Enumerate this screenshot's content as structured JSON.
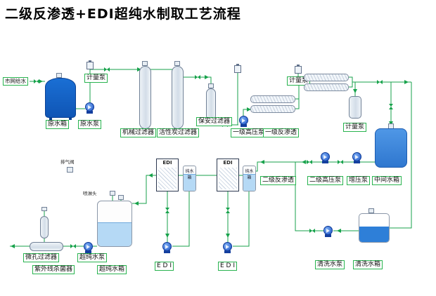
{
  "title": "二级反渗透+EDI超纯水制取工艺流程",
  "colors": {
    "pipe": "#17a24b",
    "label_border": "#29b34f",
    "tank_blue_dark": "#0f55b5",
    "tank_blue_mid": "#2f77cf",
    "water_light": "#b5d9f5",
    "pump_blue": "#1b53c5"
  },
  "labels": {
    "municipal": "市网给水",
    "raw_tank": "原水箱",
    "raw_pump": "原水泵",
    "metering_pump_1": "计量泵",
    "metering_pump_2": "计量泵",
    "metering_pump_3": "计量泵",
    "mech_filter": "机械过滤器",
    "carbon_filter": "活性炭过滤器",
    "security_filter": "保安过滤器",
    "hp_pump_1": "一级高压泵",
    "ro_1": "一级反渗透",
    "ro_2": "二级反渗透",
    "hp_pump_2": "二级高压泵",
    "booster_pump": "增压泵",
    "mid_tank": "中间水箱",
    "edi_1": "EDI",
    "edi_2": "EDI",
    "pure_tank_1": "纯水箱",
    "pure_tank_2": "纯水箱",
    "edi_l1": "E D I",
    "edi_l2": "E D I",
    "micro_filter": "微孔过滤器",
    "uv_sterilizer": "紫外线杀菌器",
    "up_pump": "超纯水泵",
    "up_tank": "超纯水箱",
    "spray_head": "喷淋头",
    "vent_valve": "排气阀",
    "clean_pump": "清洗水泵",
    "clean_tank": "清洗水箱"
  }
}
